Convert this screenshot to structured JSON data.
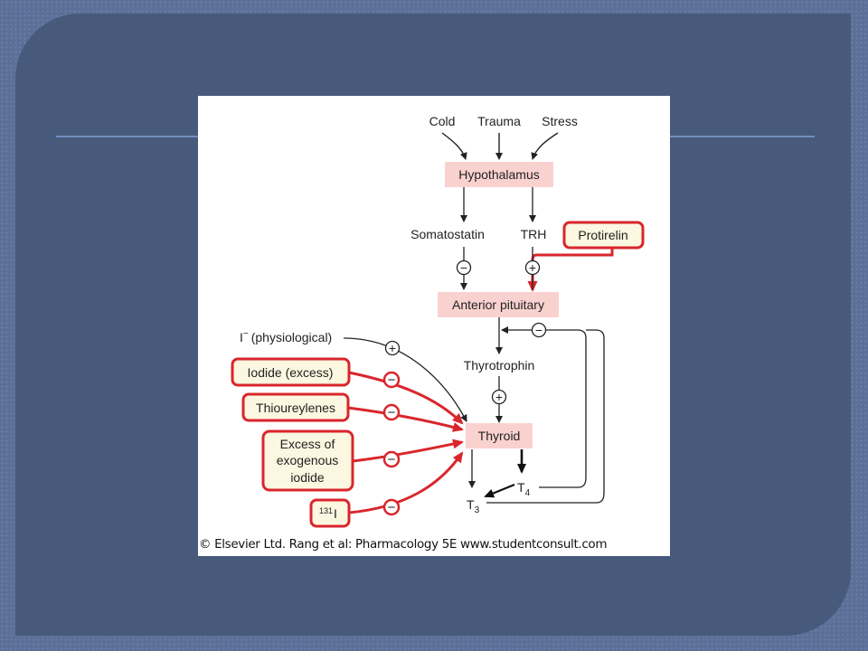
{
  "slide": {
    "colors": {
      "outer": "#5b7098",
      "panel": "#475a7b",
      "rule": "#6f8ec0",
      "node_fill": "#f9d2cf",
      "drug_stroke": "#d9262c",
      "drug_fill": "#fbf7e0"
    }
  },
  "diagram": {
    "stimuli": {
      "cold": "Cold",
      "trauma": "Trauma",
      "stress": "Stress"
    },
    "hypothalamus": "Hypothalamus",
    "somatostatin": "Somatostatin",
    "trh": "TRH",
    "protirelin": "Protirelin",
    "anterior_pituitary": "Anterior pituitary",
    "iodide_physiological": "(physiological)",
    "iodide_symbol": "I",
    "iodide_charge": "−",
    "iodide_excess": "Iodide (excess)",
    "thioureylenes": "Thioureylenes",
    "exogenous_iodide": {
      "line1": "Excess of",
      "line2": "exogenous",
      "line3": "iodide"
    },
    "radioiodine": {
      "mass": "131",
      "symbol": "I"
    },
    "thyrotrophin": "Thyrotrophin",
    "thyroid": "Thyroid",
    "t4": {
      "base": "T",
      "sub": "4"
    },
    "t3": {
      "base": "T",
      "sub": "3"
    },
    "sign_plus": "+",
    "sign_minus": "−",
    "credit": "© Elsevier Ltd. Rang et al: Pharmacology 5E www.studentconsult.com"
  }
}
